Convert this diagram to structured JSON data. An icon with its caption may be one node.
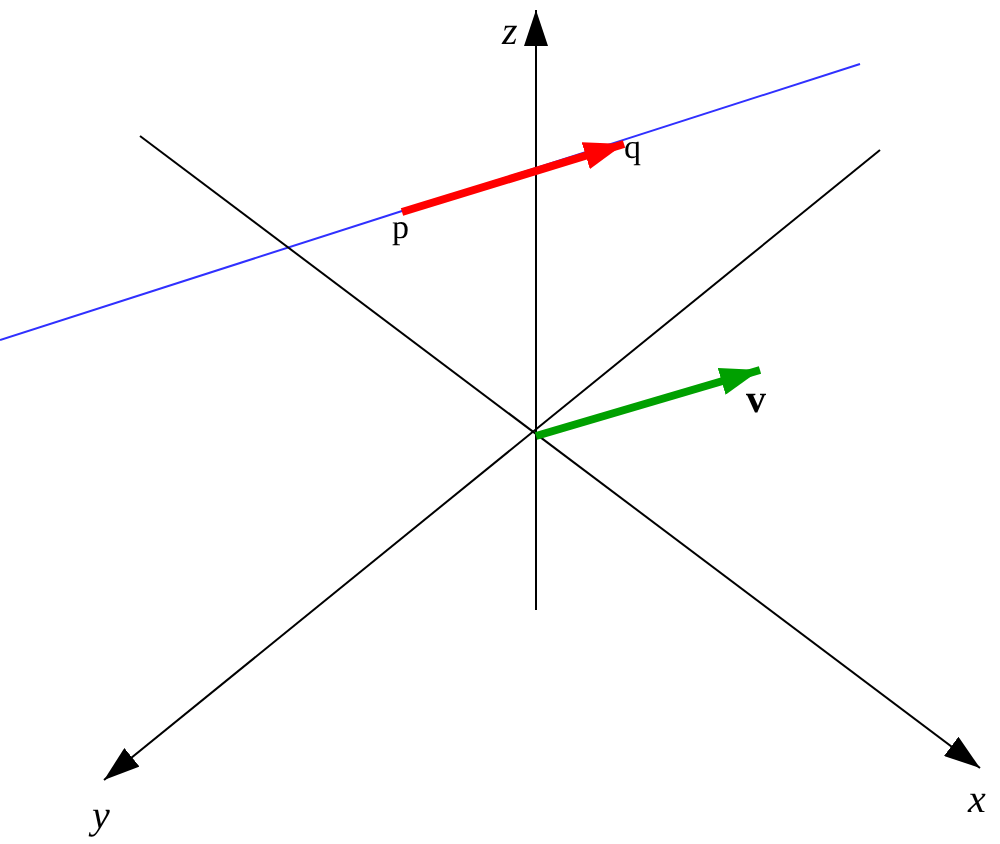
{
  "diagram": {
    "nodes": [
      {
        "text": [
          "p"
        ]
      },
      {
        "text": [
          "q"
        ]
      }
    ],
    "edges": [
      {
        "from": 0,
        "to": 1,
        "arrow": "to",
        "color": "#ff0000"
      }
    ],
    "labels": [
      "z",
      "v",
      "y",
      "x"
    ]
  }
}
